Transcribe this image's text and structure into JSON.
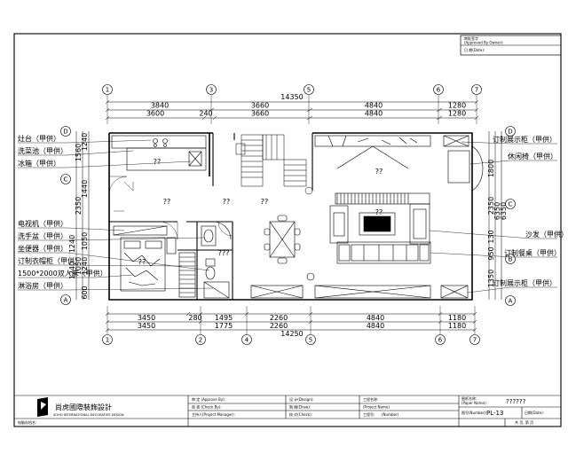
{
  "approval": {
    "stamp_title": "审批签字",
    "stamp_sub": "(Approved By Owner):",
    "date_label": "日 期(Date):"
  },
  "grid_top": [
    "1",
    "3",
    "5",
    "6",
    "7"
  ],
  "grid_bottom": [
    "1",
    "2",
    "4",
    "5",
    "6",
    "7"
  ],
  "grid_left": [
    "D",
    "C",
    "A"
  ],
  "grid_right": [
    "D",
    "C",
    "B",
    "A"
  ],
  "dims_top": {
    "total": "14350",
    "row1": [
      "3840",
      "3660",
      "4840",
      "1280"
    ],
    "row2": [
      "3600",
      "240",
      "3660",
      "4840",
      "1280"
    ]
  },
  "dims_bottom": {
    "row1": [
      "3450",
      "280",
      "1495",
      "2260",
      "4840",
      "1180"
    ],
    "row2": [
      "3450",
      "1775",
      "2260",
      "4840",
      "1180"
    ],
    "total": "14250"
  },
  "dims_left": [
    "1560",
    "1240",
    "2350",
    "1440",
    "1050",
    "1050",
    "1240",
    "1240",
    "1240",
    "600"
  ],
  "dims_right": [
    "1800",
    "2350",
    "6350",
    "6350",
    "130",
    "950",
    "1350"
  ],
  "labels_left": [
    "灶台（甲供）",
    "洗菜池（甲供）",
    "冰箱（甲供）",
    "电视机（甲供）",
    "洗手盆（甲供）",
    "坐便器（甲供）",
    "订制衣帽柜（甲供）",
    "1500*2000双人床（甲供）",
    "淋浴房（甲供）"
  ],
  "labels_right": [
    "订制展示柜（甲供）",
    "休闲椅（甲供）",
    "沙发（甲供）",
    "订制餐桌（甲供）",
    "订制展示柜（甲供）"
  ],
  "placeholders": [
    "??",
    "??",
    "??",
    "??",
    "??",
    "???",
    "??",
    "??"
  ],
  "company": {
    "cn": "尚虎國際裝飾設計",
    "en": "SOHO INTERNATIONAL DECORATIVE DESIGN"
  },
  "title_block": {
    "approve": "审 定 (Approve By):",
    "review": "审 核 (Check By):",
    "pm": "主持人(Project Manager):",
    "design": "设 计(Design):",
    "draw": "制 图(Draw):",
    "check": "校 对(Check):",
    "project": "工程名称:",
    "project_en": "(Project Name)",
    "number": "工程号:",
    "number_en": "(Number)",
    "drawing_name_label": "图纸名称:",
    "drawing_name_en": "(Paper Name):",
    "drawing_name": "??????",
    "drawing_no_label": "图号(Number):",
    "drawing_no": "PL-13",
    "date_label": "日期(Date):",
    "file_label": "电脑存档名:",
    "sheet": "共 页,  第 页"
  }
}
